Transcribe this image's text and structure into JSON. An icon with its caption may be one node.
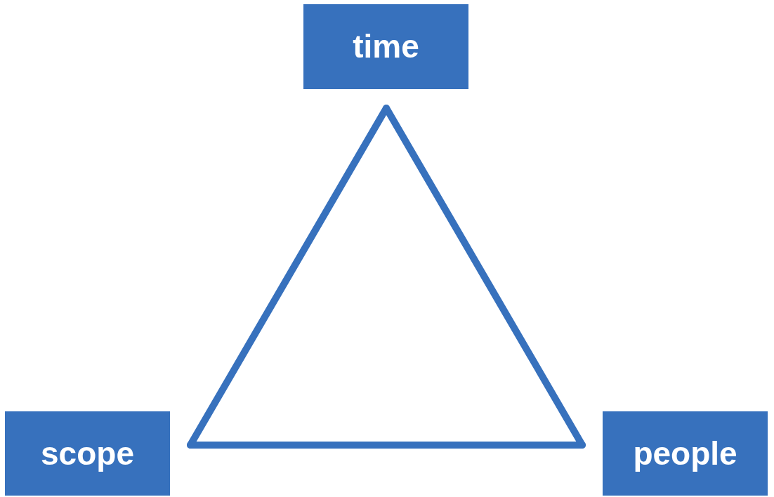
{
  "diagram": {
    "nodes": [
      {
        "text": [
          "time"
        ]
      },
      {
        "text": [
          "scope"
        ]
      },
      {
        "text": [
          "people"
        ]
      }
    ],
    "edges": [
      {
        "from": 0,
        "to": 1,
        "arrow": "none"
      },
      {
        "from": 1,
        "to": 2,
        "arrow": "none"
      },
      {
        "from": 2,
        "to": 0,
        "arrow": "none"
      }
    ]
  }
}
